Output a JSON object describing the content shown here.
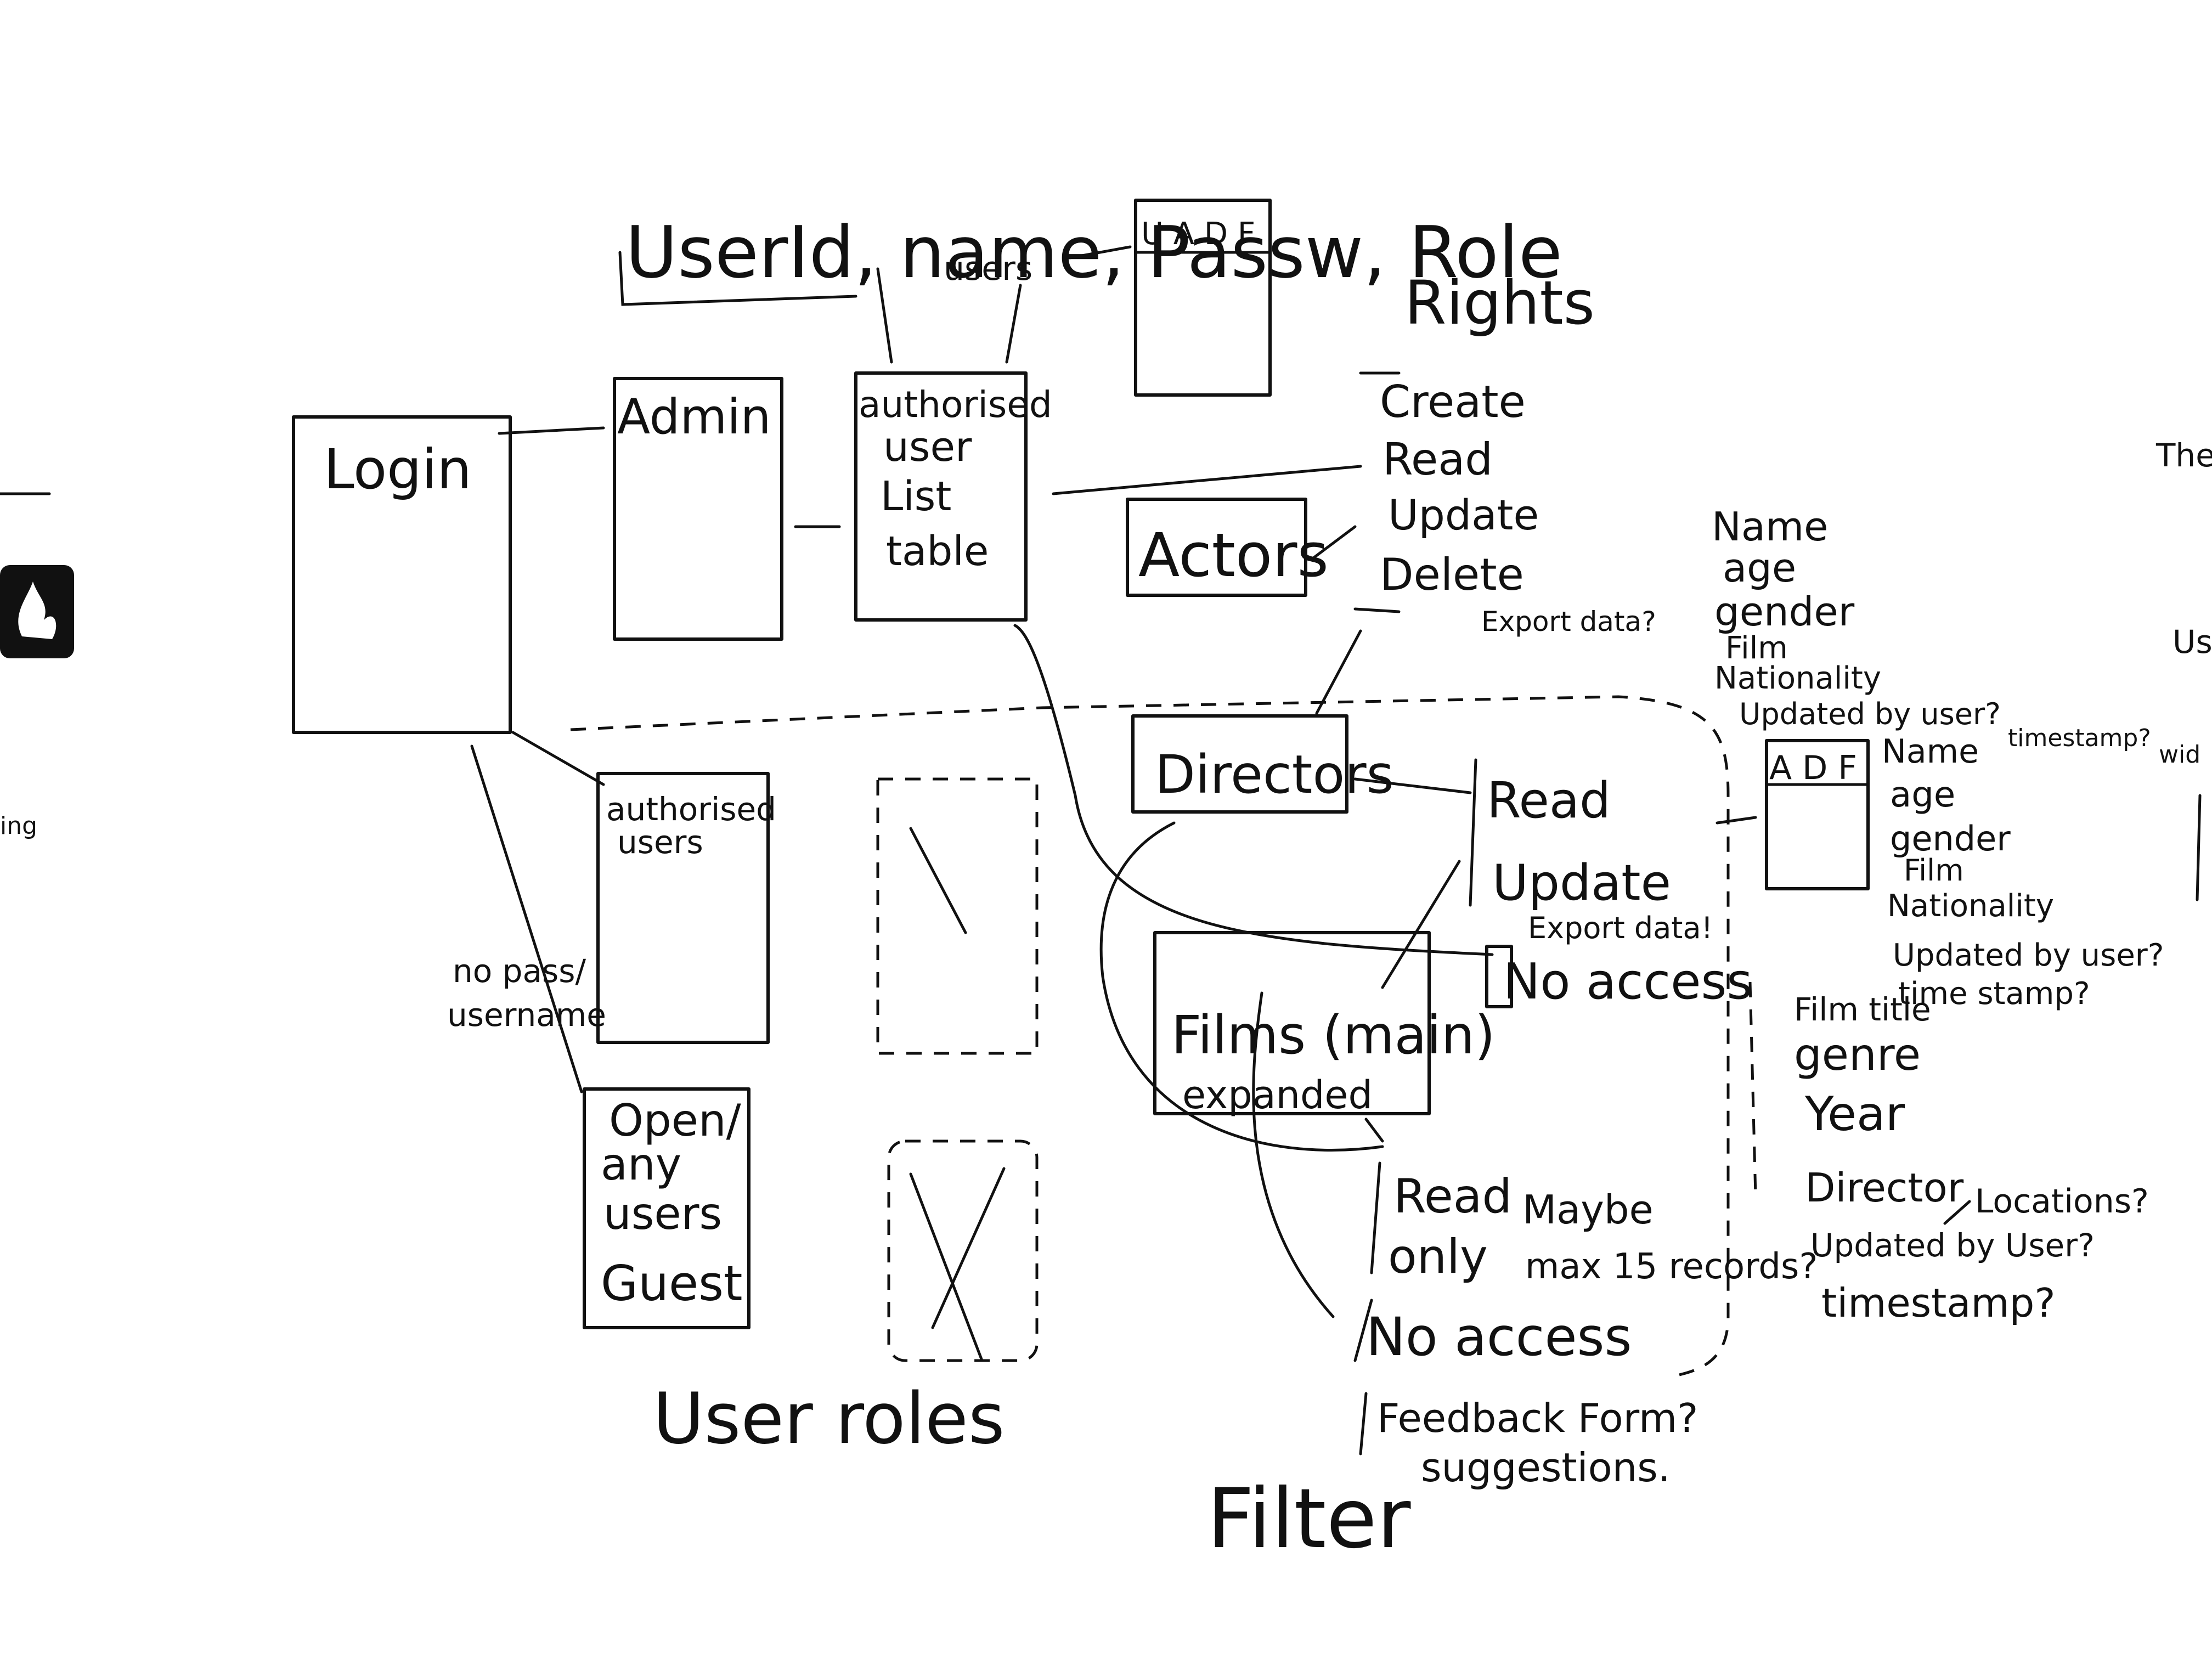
{
  "schema_header": "UserId, name, Passw, Role",
  "users_label": "users",
  "uadf_label": "U A D F",
  "rights": {
    "title": "Rights",
    "items": [
      "Create",
      "Read",
      "Update",
      "Delete"
    ],
    "export": "Export data?"
  },
  "boxes": {
    "login": "Login",
    "admin": "Admin",
    "user_list": [
      "authorised",
      "user",
      "List",
      "table"
    ],
    "actors": "Actors",
    "directors": "Directors",
    "films": "Films (main)",
    "films_sub": "expanded",
    "authorised_users": [
      "authorised",
      "users"
    ],
    "open_users": [
      "Open/",
      "any",
      "users",
      "Guest"
    ]
  },
  "director_rights": {
    "read": "Read",
    "update": "Update",
    "export": "Export data!",
    "no_access": "No access"
  },
  "guest_rights": {
    "read_only": [
      "Read",
      "only"
    ],
    "maybe": [
      "Maybe",
      "max 15 records?"
    ],
    "no_access": "No access",
    "feedback": [
      "Feedback Form?",
      "suggestions."
    ]
  },
  "nopass": [
    "no pass/",
    "username"
  ],
  "actor_fields": [
    "Name",
    "age",
    "gender",
    "Film",
    "Nationality",
    "Updated by user?",
    "timestamp?"
  ],
  "adf_label": "A D F",
  "director_fields": [
    "Name",
    "age",
    "gender",
    "Film",
    "Nationality",
    "Updated by user?",
    "time stamp?"
  ],
  "film_fields": [
    "Film title",
    "genre",
    "Year",
    "Director",
    "Locations?",
    "Updated by User?",
    "timestamp?"
  ],
  "user_roles": "User roles",
  "filter": "Filter",
  "left_edge": "ing",
  "right_edge": [
    "The",
    "Us",
    "wid"
  ]
}
